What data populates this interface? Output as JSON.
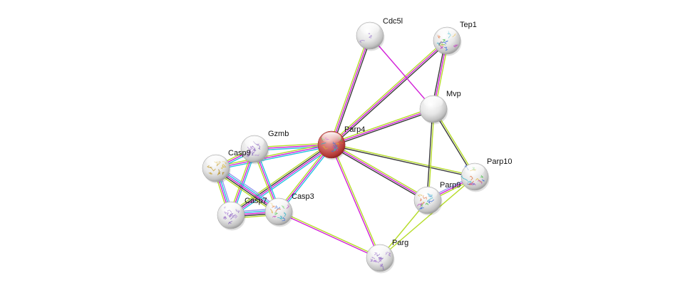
{
  "diagram": {
    "type": "protein-interaction-network",
    "center_node": "Parp4",
    "edge_colors": {
      "cyan": "#27c1e0",
      "magenta": "#d21fd8",
      "yellow": "#b6dc2a",
      "black": "#3a3a3a",
      "blue": "#9b9bf0"
    },
    "nodes": [
      {
        "id": "Parp4",
        "label": "Parp4",
        "color": "#cc3b3b",
        "highlight": true,
        "structure": "multicolor"
      },
      {
        "id": "Cdc5l",
        "label": "Cdc5l",
        "color": "#e8e8e8",
        "highlight": false,
        "structure": "sparse-purple"
      },
      {
        "id": "Tep1",
        "label": "Tep1",
        "color": "#e8e8e8",
        "highlight": false,
        "structure": "multicolor"
      },
      {
        "id": "Mvp",
        "label": "Mvp",
        "color": "#e8e8e8",
        "highlight": false,
        "structure": "none"
      },
      {
        "id": "Parp10",
        "label": "Parp10",
        "color": "#e8e8e8",
        "highlight": false,
        "structure": "multicolor"
      },
      {
        "id": "Parp9",
        "label": "Parp9",
        "color": "#e8e8e8",
        "highlight": false,
        "structure": "multicolor"
      },
      {
        "id": "Parg",
        "label": "Parg",
        "color": "#e8e8e8",
        "highlight": false,
        "structure": "purple"
      },
      {
        "id": "Gzmb",
        "label": "Gzmb",
        "color": "#e8e8e8",
        "highlight": false,
        "structure": "purple"
      },
      {
        "id": "Casp9",
        "label": "Casp9",
        "color": "#e8e8e8",
        "highlight": false,
        "structure": "gold"
      },
      {
        "id": "Casp7",
        "label": "Casp7",
        "color": "#e8e8e8",
        "highlight": false,
        "structure": "purple"
      },
      {
        "id": "Casp3",
        "label": "Casp3",
        "color": "#e8e8e8",
        "highlight": false,
        "structure": "multicolor"
      }
    ],
    "edges": [
      {
        "source": "Parp4",
        "target": "Cdc5l",
        "evidence": [
          "yellow",
          "magenta",
          "black"
        ]
      },
      {
        "source": "Parp4",
        "target": "Tep1",
        "evidence": [
          "yellow",
          "magenta",
          "black"
        ]
      },
      {
        "source": "Parp4",
        "target": "Mvp",
        "evidence": [
          "yellow",
          "magenta",
          "black"
        ]
      },
      {
        "source": "Parp4",
        "target": "Parp10",
        "evidence": [
          "yellow",
          "black"
        ]
      },
      {
        "source": "Parp4",
        "target": "Parp9",
        "evidence": [
          "yellow",
          "magenta",
          "black"
        ]
      },
      {
        "source": "Parp4",
        "target": "Parg",
        "evidence": [
          "yellow",
          "magenta"
        ]
      },
      {
        "source": "Parp4",
        "target": "Gzmb",
        "evidence": [
          "cyan",
          "magenta",
          "yellow"
        ]
      },
      {
        "source": "Parp4",
        "target": "Casp9",
        "evidence": [
          "cyan",
          "magenta",
          "yellow"
        ]
      },
      {
        "source": "Parp4",
        "target": "Casp7",
        "evidence": [
          "cyan",
          "magenta",
          "black",
          "yellow"
        ]
      },
      {
        "source": "Parp4",
        "target": "Casp3",
        "evidence": [
          "cyan",
          "magenta",
          "yellow"
        ]
      },
      {
        "source": "Cdc5l",
        "target": "Mvp",
        "evidence": [
          "magenta"
        ]
      },
      {
        "source": "Tep1",
        "target": "Mvp",
        "evidence": [
          "yellow",
          "magenta",
          "black"
        ]
      },
      {
        "source": "Mvp",
        "target": "Parp9",
        "evidence": [
          "yellow",
          "black"
        ]
      },
      {
        "source": "Mvp",
        "target": "Parp10",
        "evidence": [
          "yellow",
          "black"
        ]
      },
      {
        "source": "Parp9",
        "target": "Parp10",
        "evidence": [
          "blue",
          "magenta",
          "yellow"
        ]
      },
      {
        "source": "Parp9",
        "target": "Parg",
        "evidence": [
          "yellow"
        ]
      },
      {
        "source": "Parp10",
        "target": "Parg",
        "evidence": [
          "yellow"
        ]
      },
      {
        "source": "Casp3",
        "target": "Parg",
        "evidence": [
          "yellow",
          "magenta"
        ]
      },
      {
        "source": "Gzmb",
        "target": "Casp9",
        "evidence": [
          "cyan",
          "magenta",
          "yellow"
        ]
      },
      {
        "source": "Gzmb",
        "target": "Casp7",
        "evidence": [
          "cyan",
          "magenta",
          "yellow"
        ]
      },
      {
        "source": "Gzmb",
        "target": "Casp3",
        "evidence": [
          "cyan",
          "magenta",
          "yellow"
        ]
      },
      {
        "source": "Casp9",
        "target": "Casp7",
        "evidence": [
          "blue",
          "cyan",
          "magenta",
          "yellow"
        ]
      },
      {
        "source": "Casp9",
        "target": "Casp3",
        "evidence": [
          "blue",
          "cyan",
          "magenta",
          "black",
          "yellow"
        ]
      },
      {
        "source": "Casp7",
        "target": "Casp3",
        "evidence": [
          "blue",
          "cyan",
          "magenta",
          "black",
          "yellow"
        ]
      }
    ]
  }
}
